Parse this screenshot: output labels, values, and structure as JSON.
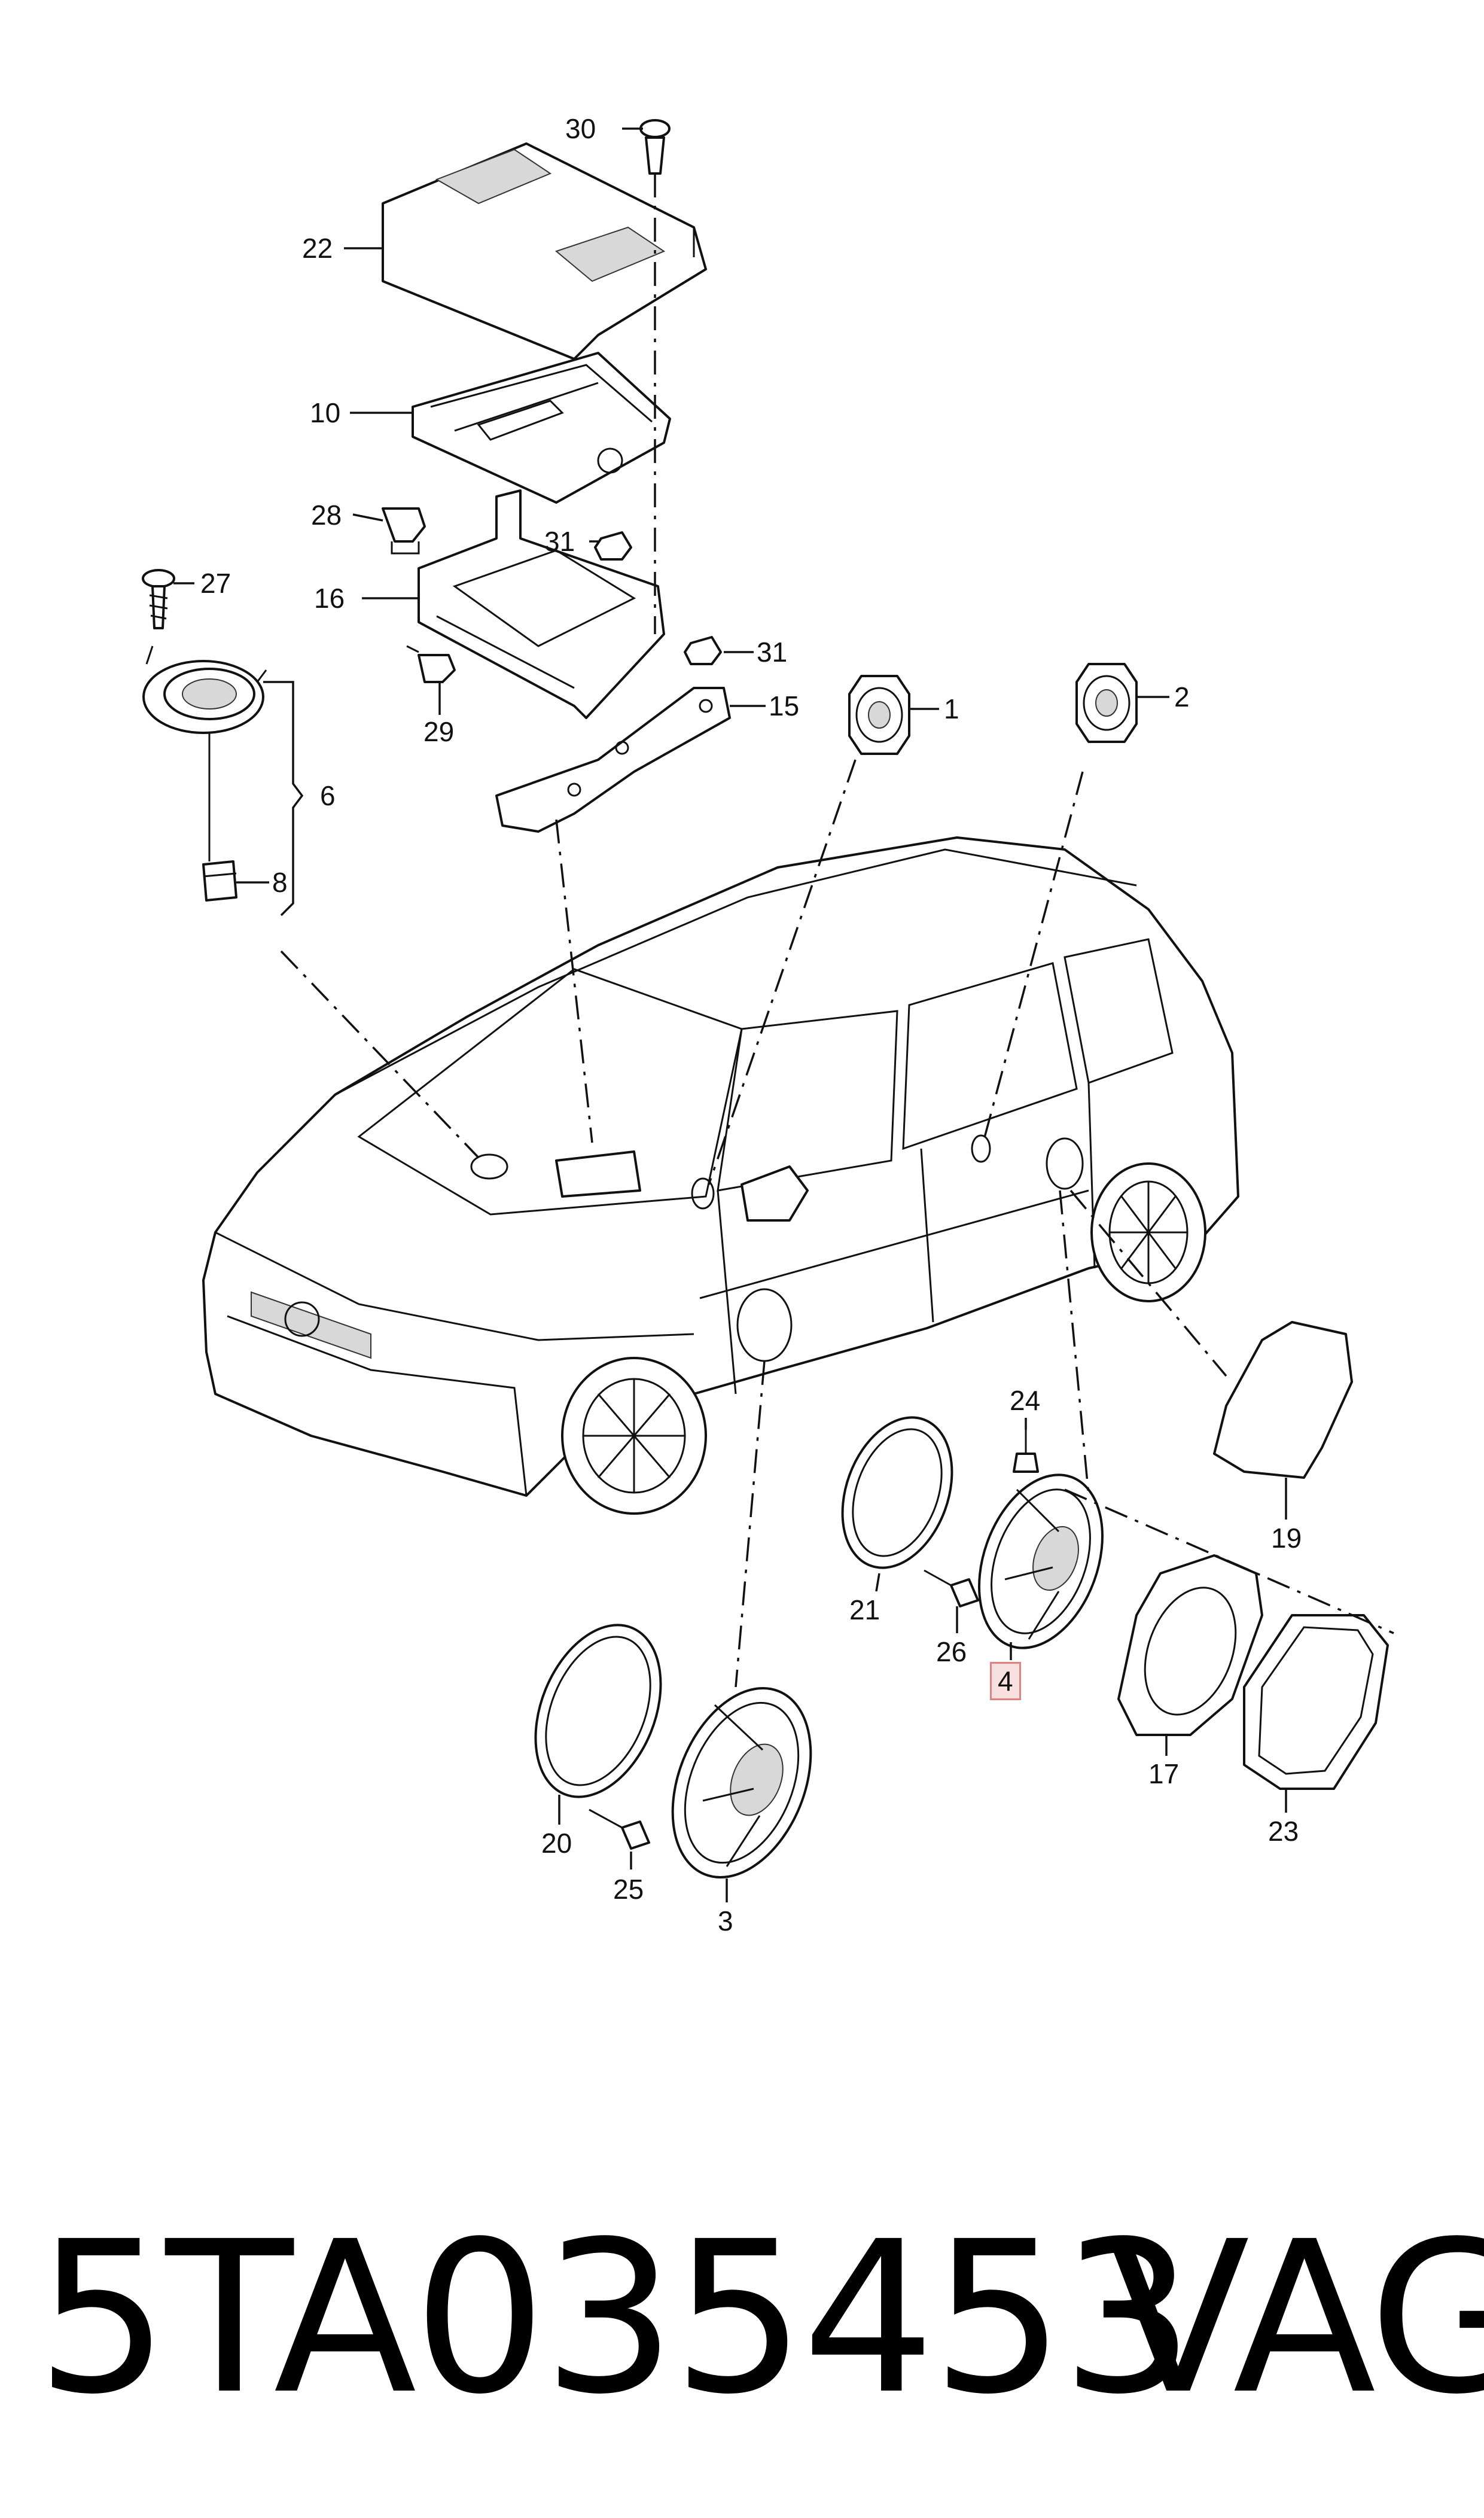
{
  "callouts": {
    "c1": "1",
    "c2": "2",
    "c3": "3",
    "c4": "4",
    "c6": "6",
    "c8": "8",
    "c10": "10",
    "c15": "15",
    "c16": "16",
    "c17": "17",
    "c19": "19",
    "c20": "20",
    "c21": "21",
    "c22": "22",
    "c23": "23",
    "c24": "24",
    "c25": "25",
    "c26": "26",
    "c27": "27",
    "c28": "28",
    "c29": "29",
    "c30": "30",
    "c31a": "31",
    "c31b": "31"
  },
  "highlighted_callout": "4",
  "caption": {
    "part_number": "5TA035453",
    "brand": "VAG"
  }
}
